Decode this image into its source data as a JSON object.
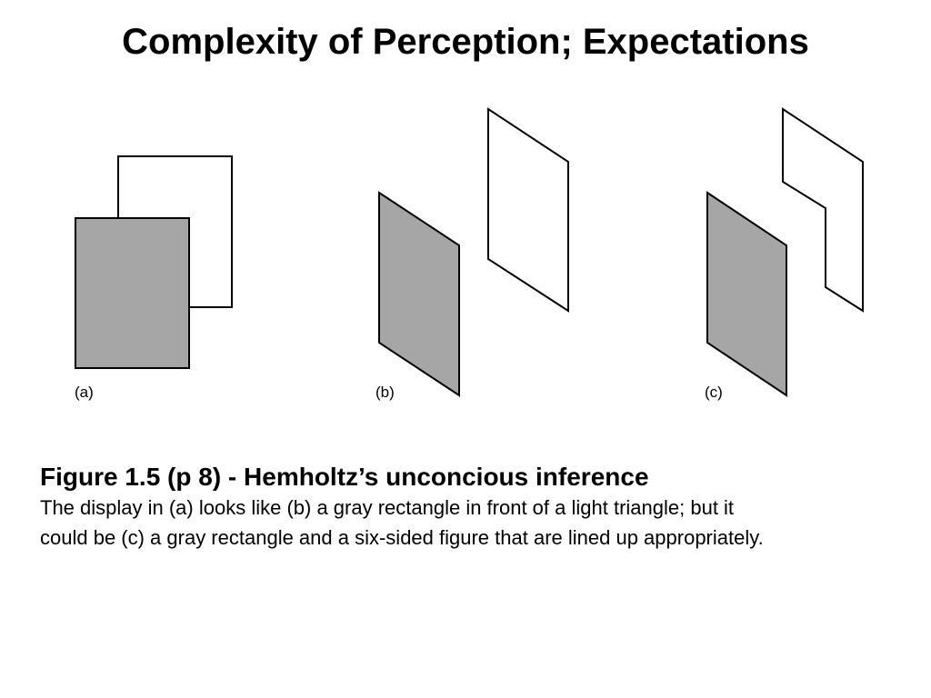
{
  "title": "Complexity of Perception; Expectations",
  "figure": {
    "panels": [
      {
        "id": "a",
        "label": "(a)"
      },
      {
        "id": "b",
        "label": "(b)"
      },
      {
        "id": "c",
        "label": "(c)"
      }
    ],
    "colors": {
      "gray_fill": "#a6a6a6",
      "light_fill": "#ffffff",
      "stroke": "#000000"
    }
  },
  "caption": {
    "title": "Figure 1.5  (p 8) - Hemholtz’s unconcious inference",
    "body_line1": "The display in (a) looks like (b) a gray rectangle in front of a light triangle; but it",
    "body_line2": "could be (c) a gray rectangle and a six-sided figure that are lined up appropriately."
  }
}
